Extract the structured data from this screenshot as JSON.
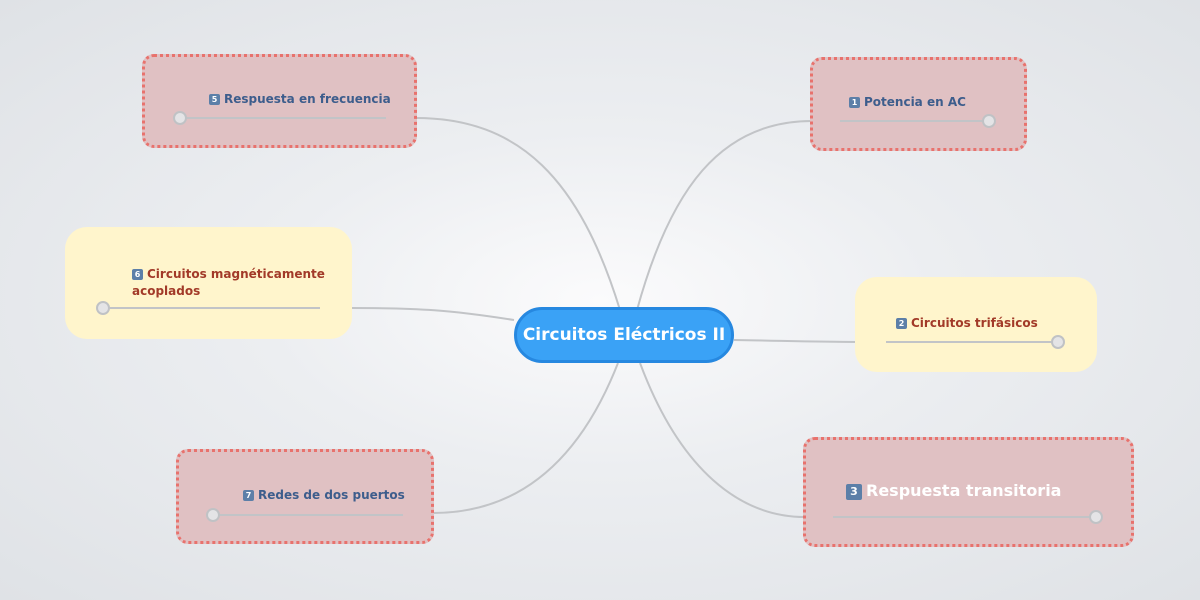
{
  "central_topic": "Circuitos Eléctricos II",
  "topics": [
    {
      "number": "1",
      "label": "Potencia en AC"
    },
    {
      "number": "2",
      "label": "Circuitos trifásicos"
    },
    {
      "number": "3",
      "label": "Respuesta transitoria"
    },
    {
      "number": "5",
      "label": "Respuesta en frecuencia"
    },
    {
      "number": "6",
      "label": "Circuitos magnéticamente acoplados",
      "line1": "Circuitos magnéticamente",
      "line2": "acoplados"
    },
    {
      "number": "7",
      "label": "Redes de dos puertos"
    }
  ],
  "colors": {
    "center": "#3aa2f6",
    "pink": "#e0c1c3",
    "dotted_border": "#e8726d",
    "yellow": "#fff5cc",
    "link": "#c2c4c7"
  }
}
